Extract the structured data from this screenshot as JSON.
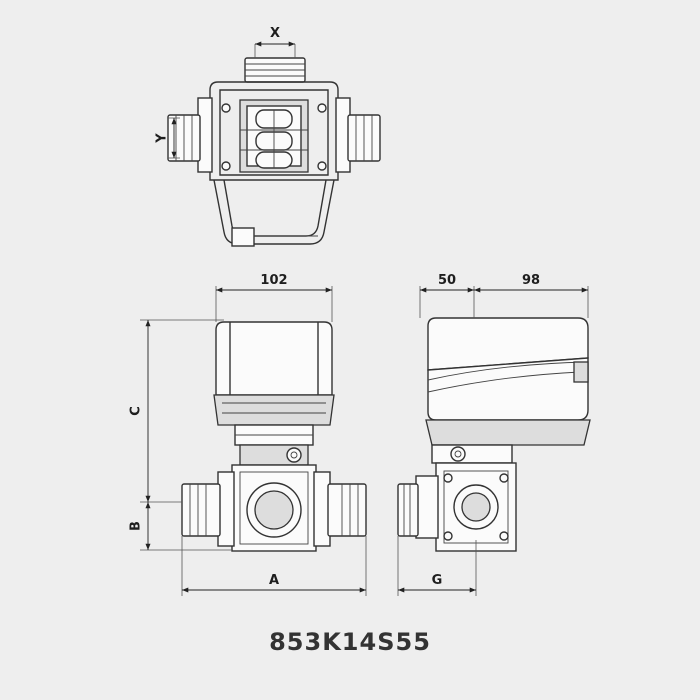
{
  "dimensions": {
    "x": "X",
    "y": "Y",
    "width_top": "102",
    "depth_front": "50",
    "depth_back": "98",
    "c": "C",
    "b": "B",
    "a": "A",
    "g": "G"
  },
  "product_code": "853K14S55",
  "colors": {
    "background": "#eeeeee",
    "line": "#333333",
    "text": "#1e1e1e"
  }
}
